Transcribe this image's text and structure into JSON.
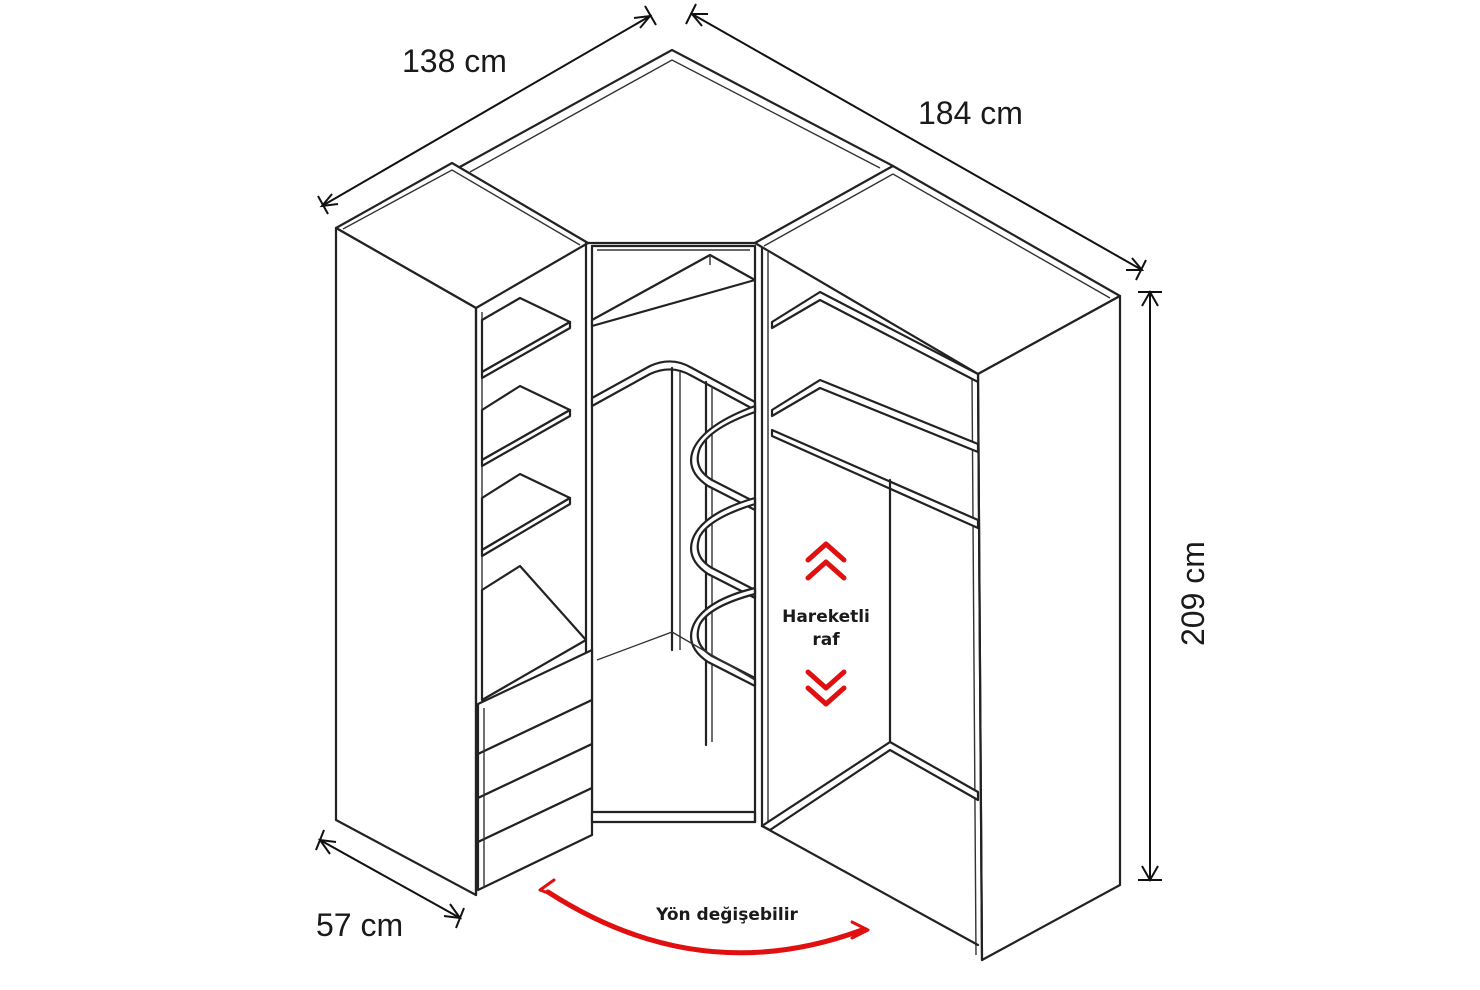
{
  "dimensions": {
    "left_width": "138 cm",
    "right_width": "184 cm",
    "height": "209 cm",
    "depth": "57 cm"
  },
  "notes": {
    "movable_shelf_line1": "Hareketli",
    "movable_shelf_line2": "raf",
    "reversible": "Yön değişebilir"
  },
  "colors": {
    "outline": "#222222",
    "accent": "#e01010",
    "background": "#ffffff"
  }
}
